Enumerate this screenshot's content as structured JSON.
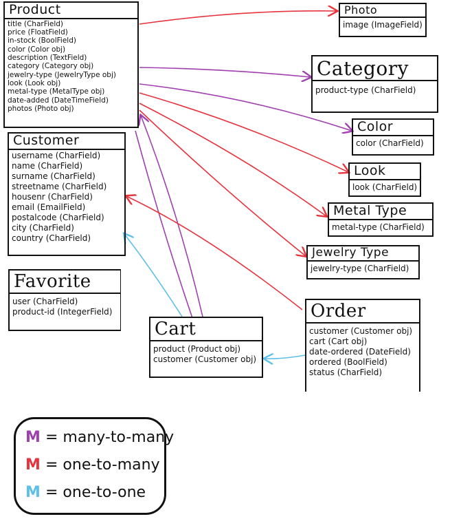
{
  "entities": {
    "product": {
      "title": "Product",
      "fields": [
        "title (CharField)",
        "price (FloatField)",
        "in-stock (BoolField)",
        "color (Color obj)",
        "description (TextField)",
        "category (Category obj)",
        "jewelry-type (JewelryType obj)",
        "look (Look obj)",
        "metal-type (MetalType obj)",
        "date-added (DateTimeField)",
        "photos (Photo obj)"
      ]
    },
    "customer": {
      "title": "Customer",
      "fields": [
        "username (CharField)",
        "name (CharField)",
        "surname (CharField)",
        "streetname (CharField)",
        "housenr (CharField)",
        "email (EmailField)",
        "postalcode (CharField)",
        "city (CharField)",
        "country (CharField)"
      ]
    },
    "favorite": {
      "title": "Favorite",
      "fields": [
        "user (CharField)",
        "product-id (IntegerField)"
      ]
    },
    "cart": {
      "title": "Cart",
      "fields": [
        "product (Product obj)",
        "customer (Customer obj)"
      ]
    },
    "order": {
      "title": "Order",
      "fields": [
        "customer (Customer obj)",
        "cart (Cart obj)",
        "date-ordered (DateField)",
        "ordered (BoolField)",
        "status (CharField)"
      ]
    },
    "photo": {
      "title": "Photo",
      "fields": [
        "image (ImageField)"
      ]
    },
    "category": {
      "title": "Category",
      "fields": [
        "product-type (CharField)"
      ]
    },
    "color": {
      "title": "Color",
      "fields": [
        "color (CharField)"
      ]
    },
    "look": {
      "title": "Look",
      "fields": [
        "look (CharField)"
      ]
    },
    "metaltype": {
      "title": "Metal Type",
      "fields": [
        "metal-type (CharField)"
      ]
    },
    "jewelrytype": {
      "title": "Jewelry Type",
      "fields": [
        "jewelry-type (CharField)"
      ]
    }
  },
  "legend": [
    {
      "symbol": "M",
      "text": "= many-to-many",
      "color": "#a03fb0"
    },
    {
      "symbol": "M",
      "text": "= one-to-many",
      "color": "#e8323c"
    },
    {
      "symbol": "M",
      "text": "= one-to-one",
      "color": "#5bc0eb"
    }
  ],
  "colors": {
    "many_to_many": "#a03fb0",
    "one_to_many": "#e8323c",
    "one_to_one": "#5bc0eb"
  }
}
